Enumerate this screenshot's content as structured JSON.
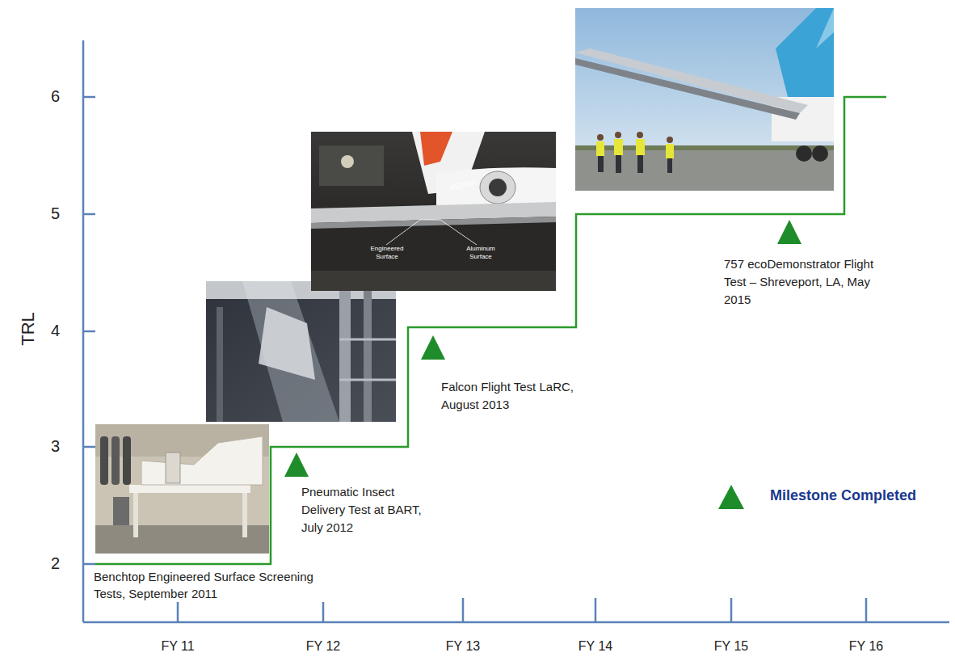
{
  "diagram": {
    "labels": [
      "TRL",
      "6",
      "5",
      "4",
      "3",
      "2",
      "FY 11",
      "FY 12",
      "FY 13",
      "FY 14",
      "FY 15",
      "FY 16",
      "Benchtop Engineered Surface Screening Tests, September 2011",
      "Pneumatic Insect Delivery Test at BART, July 2012",
      "Falcon Flight Test LaRC, August 2013",
      "757 ecoDemonstrator Flight Test – Shreveport, LA, May 2015",
      "N525NA",
      "Engineered Surface",
      "Aluminum Surface"
    ],
    "legend": [
      {
        "text": "Milestone Completed"
      }
    ]
  }
}
